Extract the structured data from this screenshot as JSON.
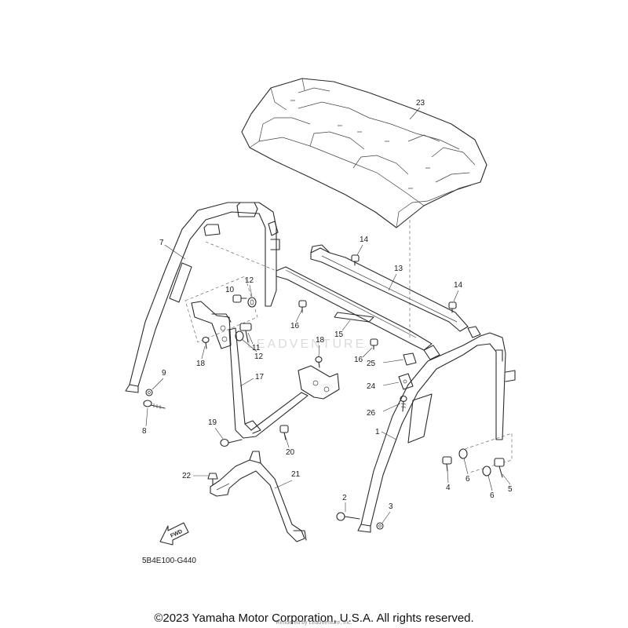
{
  "diagram": {
    "code": "5B4E100-G440",
    "copyright": "©2023 Yamaha Motor Corporation, U.S.A. All rights reserved.",
    "watermark": "LEADVENTURE",
    "watermark_sub": "Rendered by LeadVenture, Inc.",
    "fwd_label": "FWD",
    "callouts": {
      "n1": "1",
      "n2": "2",
      "n3": "3",
      "n4": "4",
      "n5": "5",
      "n6a": "6",
      "n6b": "6",
      "n7": "7",
      "n8": "8",
      "n9": "9",
      "n10": "10",
      "n11": "11",
      "n12a": "12",
      "n12b": "12",
      "n13": "13",
      "n14a": "14",
      "n14b": "14",
      "n15": "15",
      "n16a": "16",
      "n16b": "16",
      "n17": "17",
      "n18a": "18",
      "n18b": "18",
      "n19": "19",
      "n20": "20",
      "n21": "21",
      "n22": "22",
      "n23": "23",
      "n24": "24",
      "n25": "25",
      "n26": "26"
    }
  }
}
